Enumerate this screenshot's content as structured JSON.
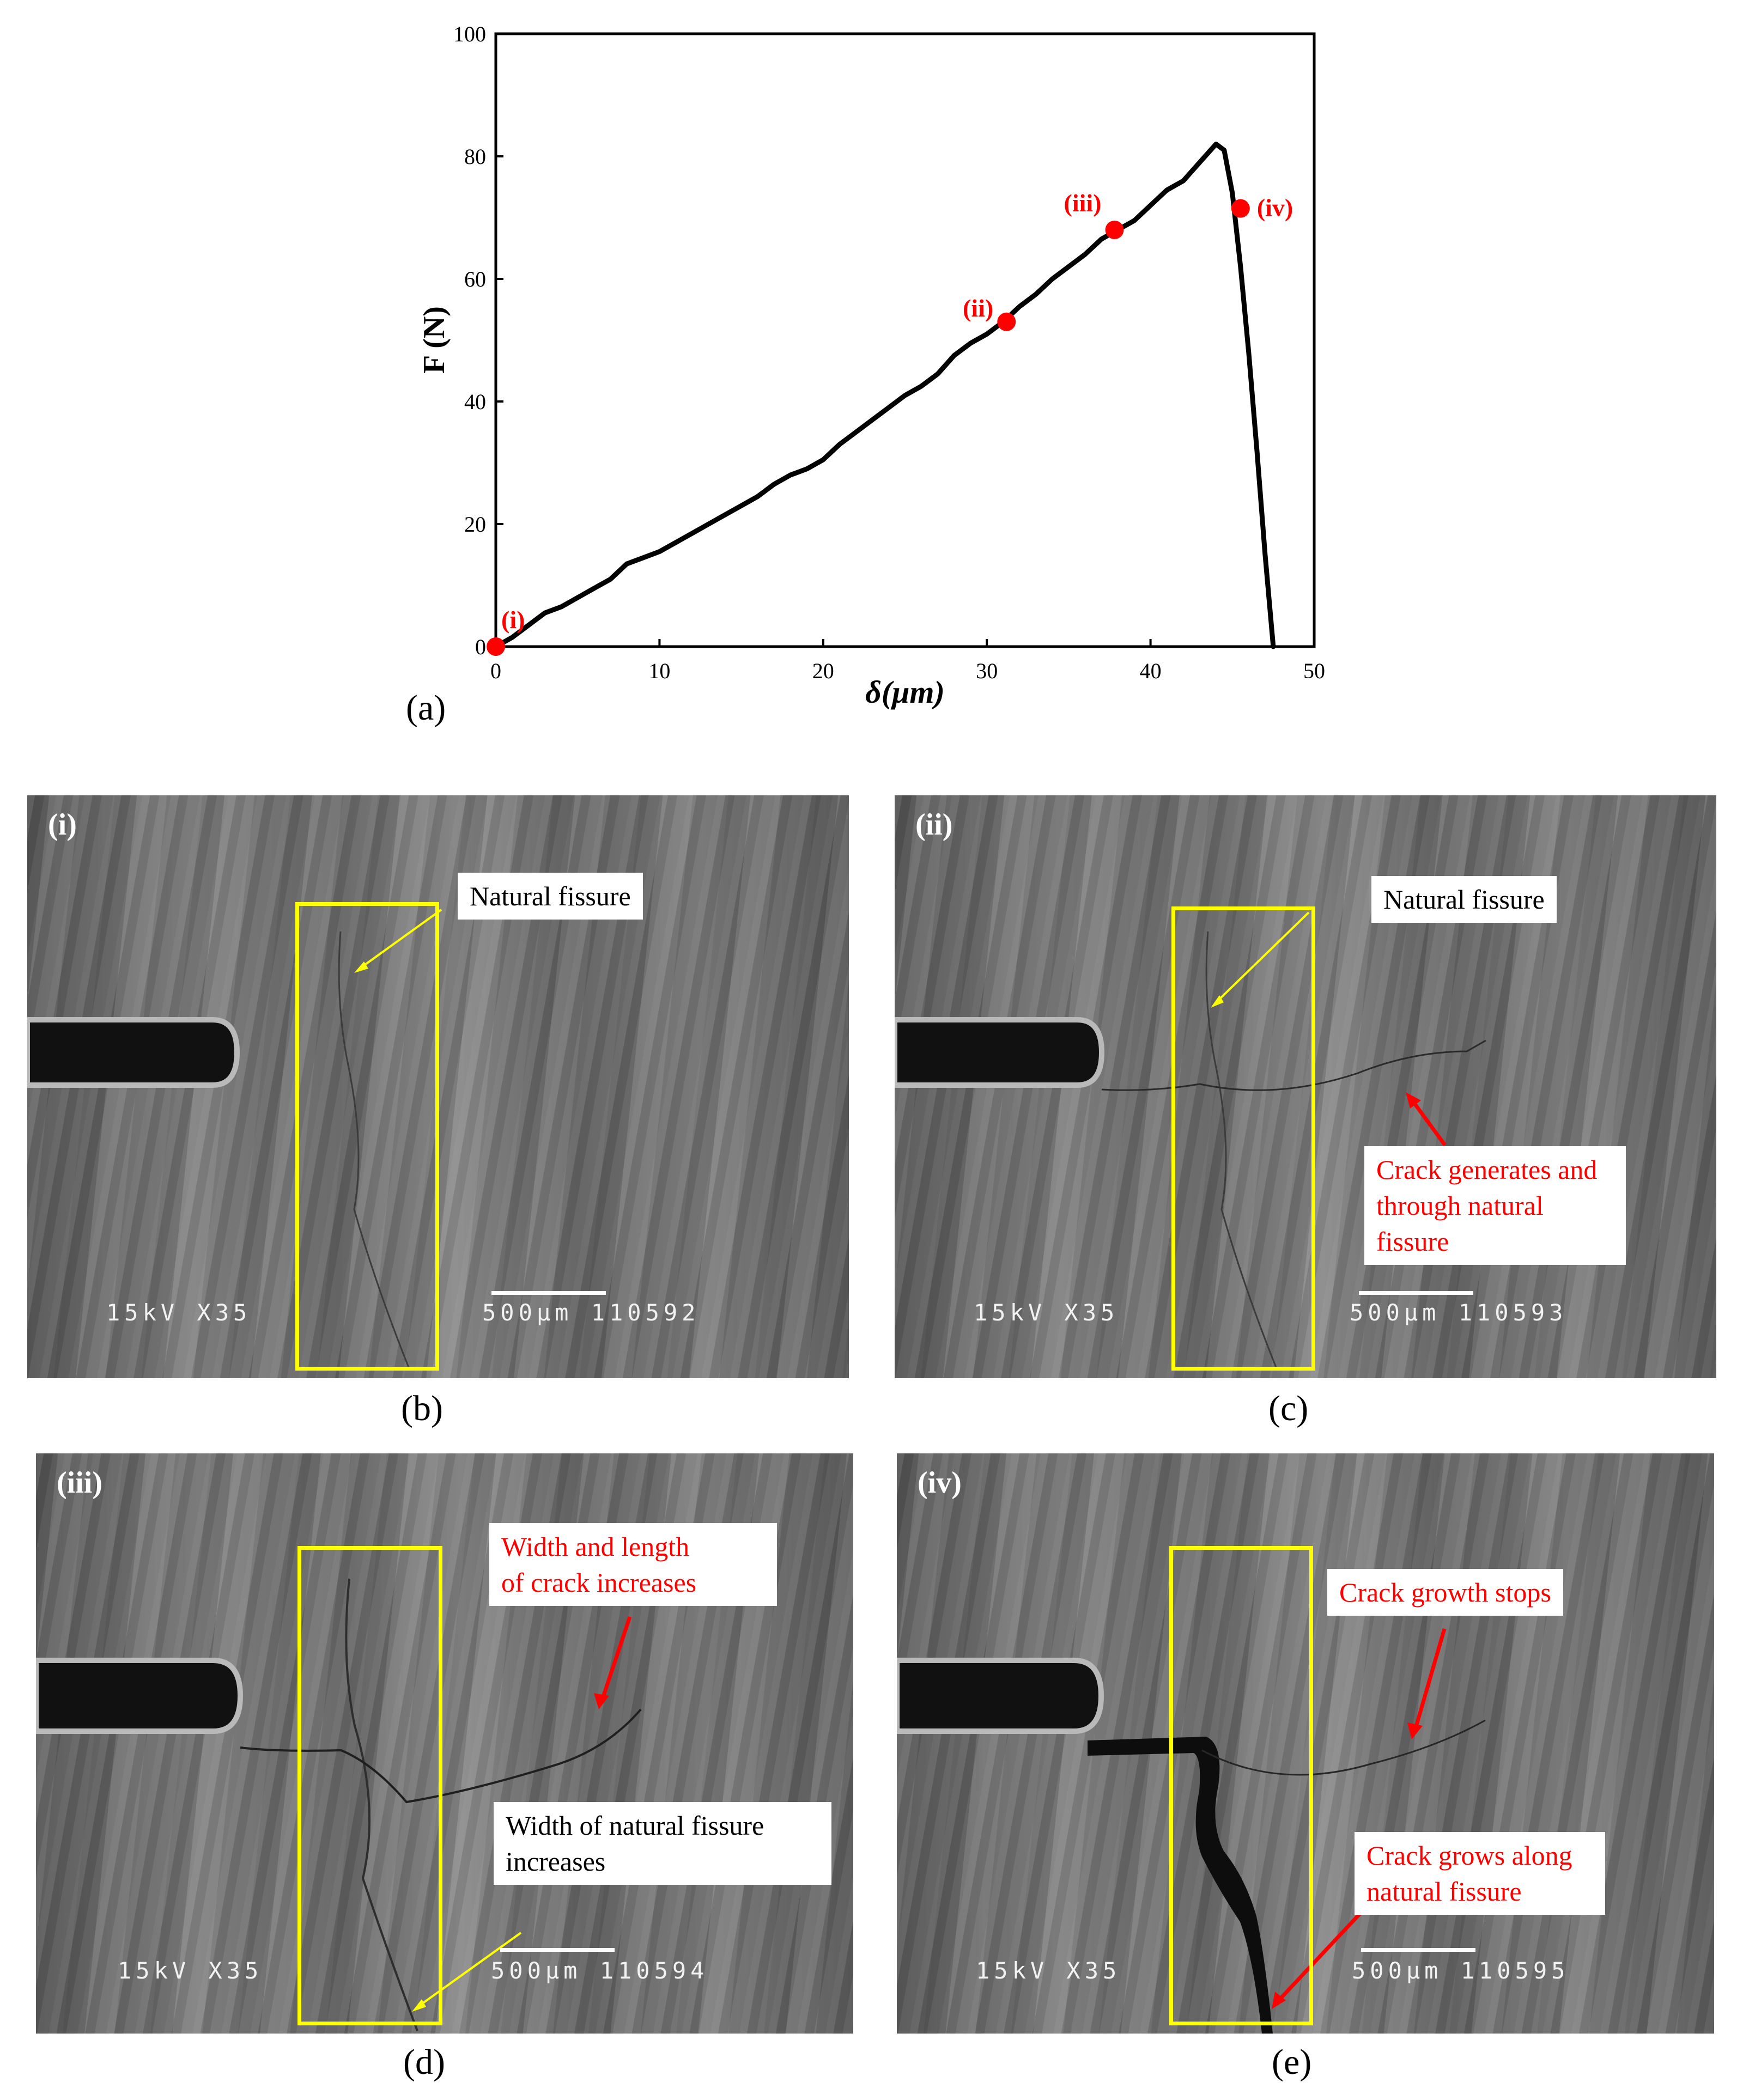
{
  "chart_data": {
    "type": "line",
    "xlabel": "δ(μm)",
    "ylabel": "F (N)",
    "xlim": [
      0,
      50
    ],
    "ylim": [
      0,
      100
    ],
    "x_ticks": [
      "0",
      "10",
      "20",
      "30",
      "40",
      "50"
    ],
    "y_ticks": [
      "0",
      "20",
      "40",
      "60",
      "80",
      "100"
    ],
    "grid": false,
    "series": [
      {
        "color": "#000000",
        "x": [
          0,
          1,
          2,
          3,
          4,
          5,
          6,
          7,
          8,
          9,
          10,
          11,
          12,
          13,
          14,
          15,
          16,
          17,
          18,
          19,
          20,
          21,
          22,
          23,
          24,
          25,
          26,
          27,
          28,
          29,
          30,
          31,
          32,
          33,
          34,
          35,
          36,
          37,
          38,
          39,
          40,
          41,
          42,
          43,
          44,
          44.5,
          45,
          45.5,
          46,
          46.5,
          47,
          47.5
        ],
        "y": [
          0,
          1.5,
          3.5,
          5.5,
          6.5,
          8,
          9.5,
          11,
          13.5,
          14.5,
          15.5,
          17,
          18.5,
          20,
          21.5,
          23,
          24.5,
          26.5,
          28,
          29,
          30.5,
          33,
          35,
          37,
          39,
          41,
          42.5,
          44.5,
          47.5,
          49.5,
          51,
          53,
          55.5,
          57.5,
          60,
          62,
          64,
          66.5,
          68,
          69.5,
          72,
          74.5,
          76,
          79,
          82,
          81,
          74,
          62,
          48,
          32,
          15,
          0
        ]
      }
    ],
    "points": [
      {
        "label": "(i)",
        "x": 0,
        "y": 0,
        "color": "#ff0000"
      },
      {
        "label": "(ii)",
        "x": 31.2,
        "y": 53,
        "color": "#ff0000"
      },
      {
        "label": "(iii)",
        "x": 37.8,
        "y": 68,
        "color": "#ff0000"
      },
      {
        "label": "(iv)",
        "x": 45.5,
        "y": 71.5,
        "color": "#ff0000"
      }
    ]
  },
  "panel_a_label": "(a)",
  "panels": [
    {
      "roman": "(i)",
      "caption": "(b)",
      "sem_left": "15kV X35",
      "sem_right": "500μm 110592",
      "notes": [
        {
          "lines": [
            "Natural fissure"
          ],
          "color": "black"
        }
      ]
    },
    {
      "roman": "(ii)",
      "caption": "(c)",
      "sem_left": "15kV X35",
      "sem_right": "500μm 110593",
      "notes": [
        {
          "lines": [
            "Natural fissure"
          ],
          "color": "black"
        },
        {
          "lines": [
            "Crack generates and",
            "through natural",
            "fissure"
          ],
          "color": "red"
        }
      ]
    },
    {
      "roman": "(iii)",
      "caption": "(d)",
      "sem_left": "15kV X35",
      "sem_right": "500μm 110594",
      "notes": [
        {
          "lines": [
            "Width and length",
            "of crack increases"
          ],
          "color": "red"
        },
        {
          "lines": [
            "Width of natural fissure",
            "increases"
          ],
          "color": "black"
        }
      ]
    },
    {
      "roman": "(iv)",
      "caption": "(e)",
      "sem_left": "15kV X35",
      "sem_right": "500μm 110595",
      "notes": [
        {
          "lines": [
            "Crack growth stops"
          ],
          "color": "red"
        },
        {
          "lines": [
            "Crack grows along",
            "natural fissure"
          ],
          "color": "red"
        }
      ]
    }
  ],
  "colors": {
    "marker": "#ff0000",
    "box": "#ffff00",
    "arrow_yellow": "#ffff00",
    "arrow_red": "#ff0000",
    "line": "#000000"
  }
}
